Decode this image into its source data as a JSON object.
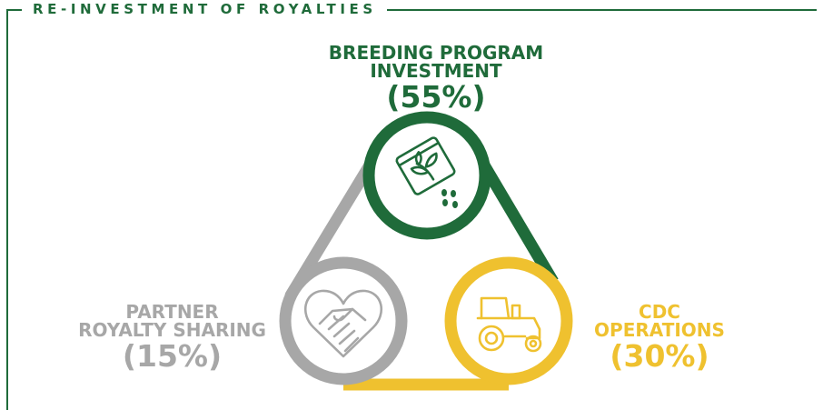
{
  "header": {
    "title": "RE-INVESTMENT OF ROYALTIES"
  },
  "segments": [
    {
      "id": "breeding",
      "label_line1": "BREEDING PROGRAM",
      "label_line2": "INVESTMENT",
      "percent": "(55%)",
      "color": "#1f6b3a",
      "icon": "seed-bag-icon"
    },
    {
      "id": "cdc",
      "label_line1": "CDC",
      "label_line2": "OPERATIONS",
      "percent": "(30%)",
      "color": "#efc12f",
      "icon": "tractor-icon"
    },
    {
      "id": "partner",
      "label_line1": "PARTNER",
      "label_line2": "ROYALTY SHARING",
      "percent": "(15%)",
      "color": "#a7a7a7",
      "icon": "handshake-heart-icon"
    }
  ]
}
